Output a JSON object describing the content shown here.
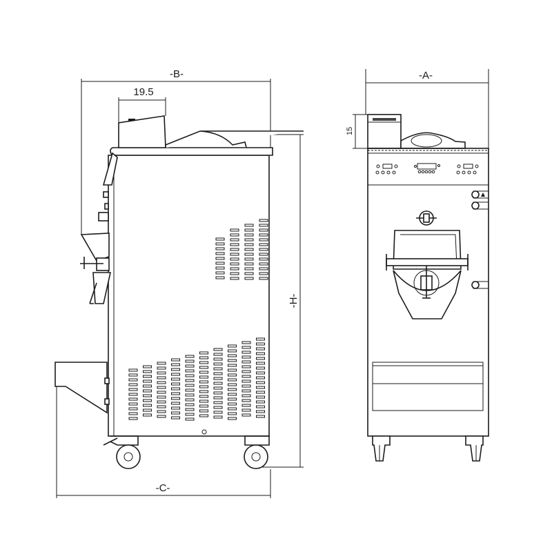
{
  "drawing": {
    "side_view": {
      "dim_width_label": "-B-",
      "dim_hopper_label": "19.5",
      "dim_height_label": "-H-",
      "dim_depth_label": "-C-"
    },
    "front_view": {
      "dim_width_label": "-A-",
      "dim_hopper_height_label": "15"
    }
  }
}
